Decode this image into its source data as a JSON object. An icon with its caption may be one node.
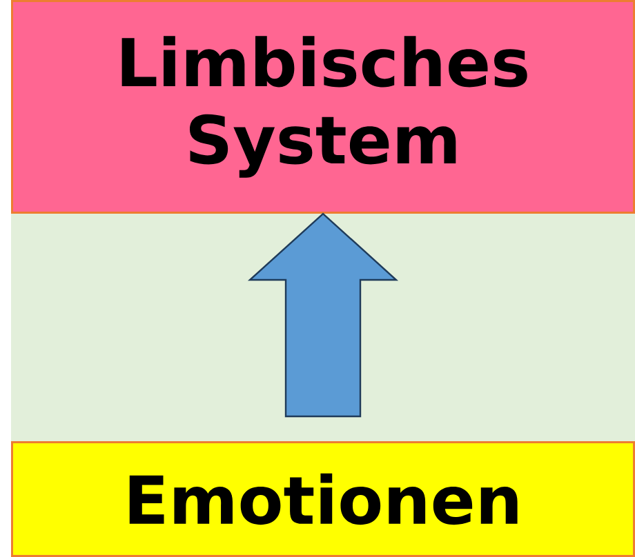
{
  "diagram": {
    "nodes": [
      {
        "text": [
          "Limbisches System"
        ]
      },
      {
        "text": [
          "Emotionen"
        ]
      }
    ],
    "edges": [
      {
        "from": 1,
        "to": 0,
        "arrow": "to"
      }
    ]
  }
}
